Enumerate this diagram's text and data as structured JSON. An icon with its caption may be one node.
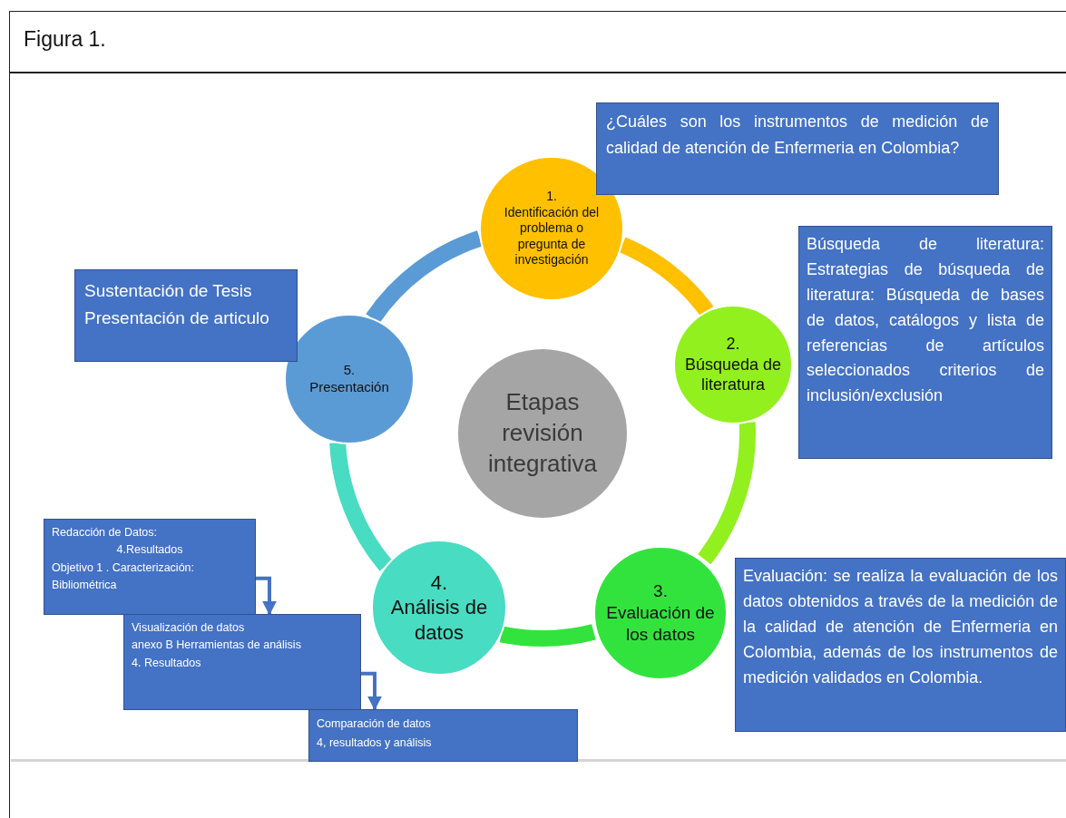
{
  "diagram": {
    "title": "Figura 1.",
    "nodes": [
      {
        "text": [
          "Etapas revisión integrativa"
        ]
      },
      {
        "text": [
          "1.",
          "Identificación del problema o pregunta de investigación"
        ]
      },
      {
        "text": [
          "2.",
          "Búsqueda de literatura"
        ]
      },
      {
        "text": [
          "3.",
          "Evaluación de los datos"
        ]
      },
      {
        "text": [
          "4.",
          "Análisis de datos"
        ]
      },
      {
        "text": [
          "5.",
          "Presentación"
        ]
      },
      {
        "text": [
          "¿Cuáles son los instrumentos de medición de calidad de atención de Enfermeria en Colombia?"
        ]
      },
      {
        "text": [
          "Búsqueda de literatura: Estrategias de búsqueda de literatura: Búsqueda de bases de datos, catálogos y lista de referencias de artículos seleccionados criterios de inclusión/exclusión"
        ]
      },
      {
        "text": [
          "Evaluación: se realiza la evaluación de los datos obtenidos  a través de la medición de la calidad de atención de Enfermeria en Colombia, además de los instrumentos de medición validados en Colombia."
        ]
      },
      {
        "text": [
          "Sustentación de Tesis",
          "Presentación de articulo"
        ]
      },
      {
        "text": [
          "Redacción de Datos:",
          "4.Resultados",
          "Objetivo 1 . Caracterización: Bibliométrica"
        ]
      },
      {
        "text": [
          "Visualización de datos",
          "anexo B  Herramientas de análisis",
          "4. Resultados"
        ]
      },
      {
        "text": [
          "Comparación de datos",
          "4, resultados y análisis"
        ]
      }
    ],
    "edges": [
      {
        "from": 1,
        "to": 2,
        "arrow": "none",
        "color": "#ffc000"
      },
      {
        "from": 2,
        "to": 3,
        "arrow": "none",
        "color": "#92f01e"
      },
      {
        "from": 3,
        "to": 4,
        "arrow": "none",
        "color": "#33e33d"
      },
      {
        "from": 4,
        "to": 5,
        "arrow": "none",
        "color": "#48dcc2"
      },
      {
        "from": 5,
        "to": 1,
        "arrow": "none",
        "color": "#5b9bd5"
      },
      {
        "from": 10,
        "to": 11,
        "arrow": "to"
      },
      {
        "from": 11,
        "to": 12,
        "arrow": "to"
      }
    ]
  }
}
